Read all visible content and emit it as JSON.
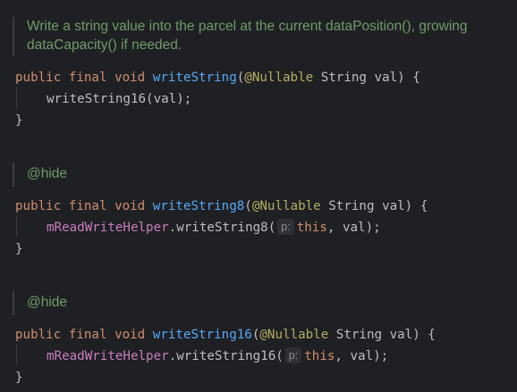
{
  "theme": {
    "background": "#1f2024",
    "keyword_color": "#cf8e6d",
    "function_color": "#56a8f5",
    "annotation_color": "#b3ae60",
    "field_color": "#c77dbb",
    "doc_color": "#6f9a68",
    "text_color": "#bcbec4"
  },
  "blocks": [
    {
      "doc": "Write a string value into the parcel at the current dataPosition(), growing dataCapacity() if needed.",
      "kw_public": "public",
      "kw_final": "final",
      "kw_void": "void",
      "method": "writeString",
      "params_open": "(",
      "annotation": "@Nullable",
      "params_rest": " String val) {",
      "field": "",
      "body_call": "writeString16",
      "hint": "",
      "body_args": "(val);",
      "close": "}"
    },
    {
      "doc": "@hide",
      "kw_public": "public",
      "kw_final": "final",
      "kw_void": "void",
      "method": "writeString8",
      "params_open": "(",
      "annotation": "@Nullable",
      "params_rest": " String val) {",
      "field": "mReadWriteHelper",
      "body_call": ".writeString8(",
      "hint": "p:",
      "body_this": "this",
      "body_args": ", val);",
      "close": "}"
    },
    {
      "doc": "@hide",
      "kw_public": "public",
      "kw_final": "final",
      "kw_void": "void",
      "method": "writeString16",
      "params_open": "(",
      "annotation": "@Nullable",
      "params_rest": " String val) {",
      "field": "mReadWriteHelper",
      "body_call": ".writeString16(",
      "hint": "p:",
      "body_this": "this",
      "body_args": ", val);",
      "close": "}"
    }
  ]
}
